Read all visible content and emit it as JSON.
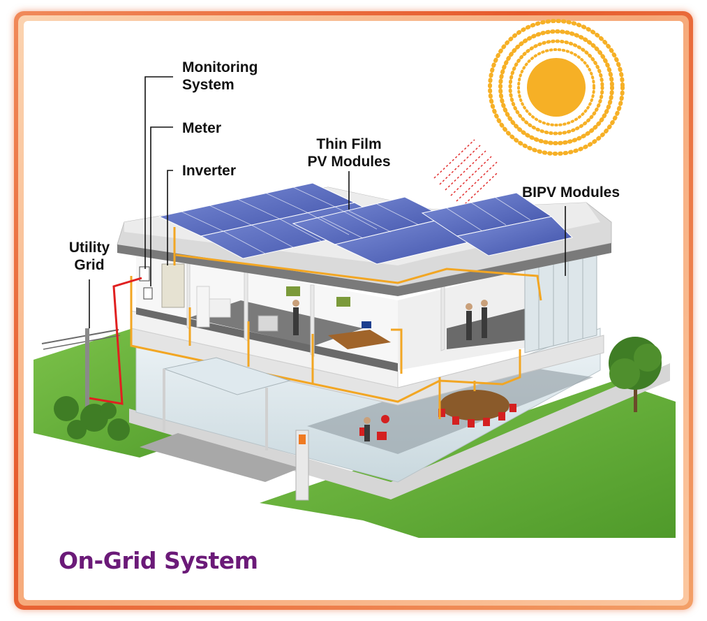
{
  "title": "On-Grid System",
  "labels": {
    "monitoring_line1": "Monitoring",
    "monitoring_line2": "System",
    "meter": "Meter",
    "inverter": "Inverter",
    "thin_film_line1": "Thin Film",
    "thin_film_line2": "PV Modules",
    "bipv": "BIPV Modules",
    "utility_line1": "Utility",
    "utility_line2": "Grid"
  },
  "colors": {
    "frame": "#e65a2c",
    "title": "#6b1a78",
    "sun": "#f6b026",
    "wiring": "#f2a623",
    "grid_wire": "#e02020",
    "lawn": "#6ab43a"
  }
}
